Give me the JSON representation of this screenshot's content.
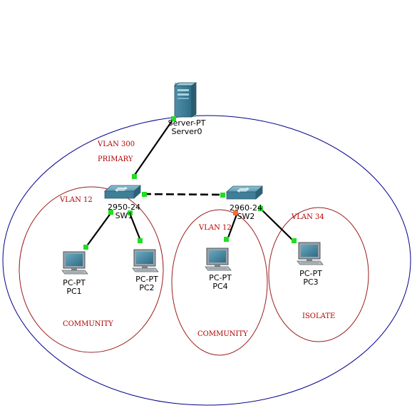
{
  "colors": {
    "outer_ellipse": "#00008b",
    "vlan_ellipse": "#9b1b1b",
    "zone_text": "#b00000",
    "port_up": "#22dd22",
    "port_warn": "#ff6a2a",
    "link": "#000000"
  },
  "devices": {
    "server0": {
      "model": "Server-PT",
      "name": "Server0",
      "icon": "server-icon"
    },
    "sw1": {
      "model": "2950-24",
      "name": "SW1",
      "icon": "switch-icon"
    },
    "sw2": {
      "model": "2960-24",
      "name": "SW2",
      "icon": "switch-icon"
    },
    "pc1": {
      "model": "PC-PT",
      "name": "PC1",
      "icon": "pc-icon"
    },
    "pc2": {
      "model": "PC-PT",
      "name": "PC2",
      "icon": "pc-icon"
    },
    "pc4": {
      "model": "PC-PT",
      "name": "PC4",
      "icon": "pc-icon"
    },
    "pc3": {
      "model": "PC-PT",
      "name": "PC3",
      "icon": "pc-icon"
    }
  },
  "zones": {
    "primary": {
      "vlan": "VLAN 300",
      "type": "PRIMARY"
    },
    "left": {
      "vlan": "VLAN 12",
      "type": "COMMUNITY"
    },
    "middle": {
      "vlan": "VLAN 12",
      "type": "COMMUNITY"
    },
    "right": {
      "vlan": "VLAN 34",
      "type": "ISOLATE"
    }
  }
}
